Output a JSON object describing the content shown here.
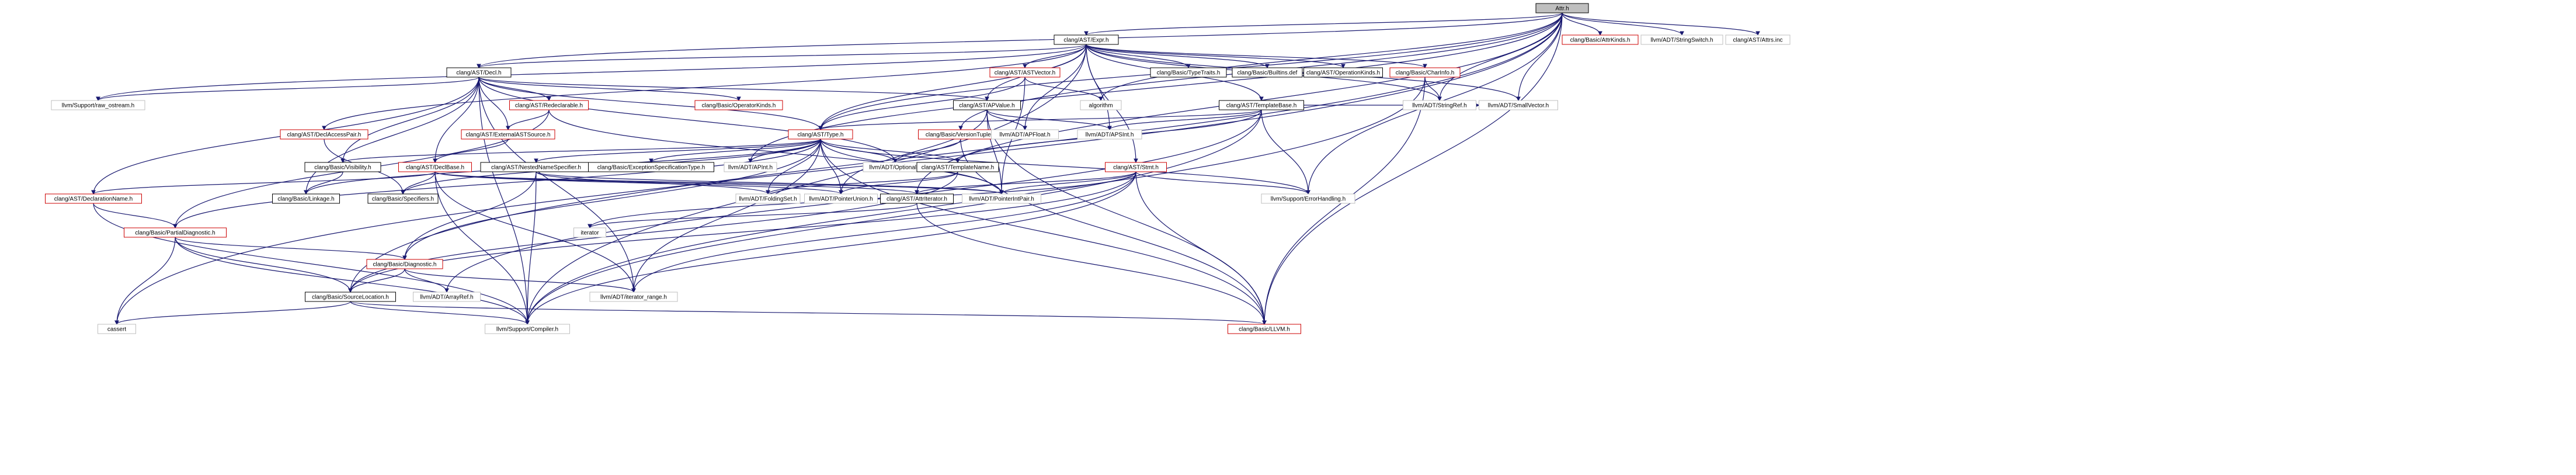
{
  "graph": {
    "title": "Attr.h",
    "colors": {
      "edge_blue": "#191970",
      "edge_gray": "#a9a9a9",
      "node_red_border": "#cc0000",
      "node_black_border": "#000000",
      "node_gray_border": "#bfbfbf",
      "root_fill": "#bfbfbf",
      "node_fill": "#ffffff"
    },
    "nodes": [
      {
        "id": "attr_h",
        "label": "Attr.h",
        "style": "root"
      },
      {
        "id": "expr_h",
        "label": "clang/AST/Expr.h",
        "style": "black"
      },
      {
        "id": "attrkinds_h",
        "label": "clang/Basic/AttrKinds.h",
        "style": "red"
      },
      {
        "id": "stringswitch_h",
        "label": "llvm/ADT/StringSwitch.h",
        "style": "gray"
      },
      {
        "id": "attrs_inc",
        "label": "clang/AST/Attrs.inc",
        "style": "gray"
      },
      {
        "id": "decl_h",
        "label": "clang/AST/Decl.h",
        "style": "black"
      },
      {
        "id": "astvector_h",
        "label": "clang/AST/ASTVector.h",
        "style": "red"
      },
      {
        "id": "typetraits_h",
        "label": "clang/Basic/TypeTraits.h",
        "style": "black"
      },
      {
        "id": "builtins_def",
        "label": "clang/Basic/Builtins.def",
        "style": "black"
      },
      {
        "id": "operationkinds_h",
        "label": "clang/AST/OperationKinds.h",
        "style": "black"
      },
      {
        "id": "charinfo_h",
        "label": "clang/Basic/CharInfo.h",
        "style": "red"
      },
      {
        "id": "raw_ostream_h",
        "label": "llvm/Support/raw_ostream.h",
        "style": "gray"
      },
      {
        "id": "redeclarable_h",
        "label": "clang/AST/Redeclarable.h",
        "style": "red"
      },
      {
        "id": "operatorkinds_h",
        "label": "clang/Basic/OperatorKinds.h",
        "style": "red"
      },
      {
        "id": "apvalue_h",
        "label": "clang/AST/APValue.h",
        "style": "black"
      },
      {
        "id": "algorithm",
        "label": "algorithm",
        "style": "gray"
      },
      {
        "id": "templatebase_h",
        "label": "clang/AST/TemplateBase.h",
        "style": "black"
      },
      {
        "id": "stringref_h",
        "label": "llvm/ADT/StringRef.h",
        "style": "gray"
      },
      {
        "id": "smallvector_h",
        "label": "llvm/ADT/SmallVector.h",
        "style": "gray"
      },
      {
        "id": "declaccesspair_h",
        "label": "clang/AST/DeclAccessPair.h",
        "style": "red"
      },
      {
        "id": "externalastsource_h",
        "label": "clang/AST/ExternalASTSource.h",
        "style": "red"
      },
      {
        "id": "type_h",
        "label": "clang/AST/Type.h",
        "style": "red"
      },
      {
        "id": "versiontuple_h",
        "label": "clang/Basic/VersionTuple.h",
        "style": "red"
      },
      {
        "id": "apfloat_h",
        "label": "llvm/ADT/APFloat.h",
        "style": "gray"
      },
      {
        "id": "apsint_h",
        "label": "llvm/ADT/APSInt.h",
        "style": "gray"
      },
      {
        "id": "visibility_h",
        "label": "clang/Basic/Visibility.h",
        "style": "black"
      },
      {
        "id": "declbase_h",
        "label": "clang/AST/DeclBase.h",
        "style": "red"
      },
      {
        "id": "nestednamespecifier_h",
        "label": "clang/AST/NestedNameSpecifier.h",
        "style": "black"
      },
      {
        "id": "exceptionspec_h",
        "label": "clang/Basic/ExceptionSpecificationType.h",
        "style": "black"
      },
      {
        "id": "apint_h",
        "label": "llvm/ADT/APInt.h",
        "style": "gray"
      },
      {
        "id": "optional_h",
        "label": "llvm/ADT/Optional.h",
        "style": "gray"
      },
      {
        "id": "templatename_h",
        "label": "clang/AST/TemplateName.h",
        "style": "black"
      },
      {
        "id": "stmt_h",
        "label": "clang/AST/Stmt.h",
        "style": "red"
      },
      {
        "id": "errorhandling_h",
        "label": "llvm/Support/ErrorHandling.h",
        "style": "gray"
      },
      {
        "id": "declarationname_h",
        "label": "clang/AST/DeclarationName.h",
        "style": "red"
      },
      {
        "id": "linkage_h",
        "label": "clang/Basic/Linkage.h",
        "style": "black"
      },
      {
        "id": "specifiers_h",
        "label": "clang/Basic/Specifiers.h",
        "style": "black"
      },
      {
        "id": "foldingset_h",
        "label": "llvm/ADT/FoldingSet.h",
        "style": "gray"
      },
      {
        "id": "pointerunion_h",
        "label": "llvm/ADT/PointerUnion.h",
        "style": "gray"
      },
      {
        "id": "attriterator_h",
        "label": "clang/AST/AttrIterator.h",
        "style": "black"
      },
      {
        "id": "pointerintpair_h",
        "label": "llvm/ADT/PointerIntPair.h",
        "style": "gray"
      },
      {
        "id": "iterator",
        "label": "iterator",
        "style": "gray"
      },
      {
        "id": "partialdiagnostic_h",
        "label": "clang/Basic/PartialDiagnostic.h",
        "style": "red"
      },
      {
        "id": "diagnostic_h",
        "label": "clang/Basic/Diagnostic.h",
        "style": "red"
      },
      {
        "id": "sourcelocation_h",
        "label": "clang/Basic/SourceLocation.h",
        "style": "black"
      },
      {
        "id": "arrayref_h",
        "label": "llvm/ADT/ArrayRef.h",
        "style": "gray"
      },
      {
        "id": "iterator_range_h",
        "label": "llvm/ADT/iterator_range.h",
        "style": "gray"
      },
      {
        "id": "cassert",
        "label": "cassert",
        "style": "gray"
      },
      {
        "id": "compiler_h",
        "label": "llvm/Support/Compiler.h",
        "style": "gray"
      },
      {
        "id": "llvm_h",
        "label": "clang/Basic/LLVM.h",
        "style": "red"
      }
    ],
    "edges": [
      [
        "attr_h",
        "expr_h"
      ],
      [
        "attr_h",
        "attrkinds_h"
      ],
      [
        "attr_h",
        "stringswitch_h"
      ],
      [
        "attr_h",
        "attrs_inc"
      ],
      [
        "attr_h",
        "decl_h"
      ],
      [
        "attr_h",
        "type_h"
      ],
      [
        "attr_h",
        "attriterator_h"
      ],
      [
        "attr_h",
        "sourcelocation_h"
      ],
      [
        "attr_h",
        "cassert"
      ],
      [
        "attr_h",
        "errorhandling_h"
      ],
      [
        "attr_h",
        "llvm_h"
      ],
      [
        "attr_h",
        "stringref_h"
      ],
      [
        "attr_h",
        "smallvector_h"
      ],
      [
        "attr_h",
        "algorithm"
      ],
      [
        "attr_h",
        "apint_h"
      ],
      [
        "attr_h",
        "versiontuple_h"
      ],
      [
        "expr_h",
        "decl_h"
      ],
      [
        "expr_h",
        "astvector_h"
      ],
      [
        "expr_h",
        "typetraits_h"
      ],
      [
        "expr_h",
        "builtins_def"
      ],
      [
        "expr_h",
        "operationkinds_h"
      ],
      [
        "expr_h",
        "charinfo_h"
      ],
      [
        "expr_h",
        "apvalue_h"
      ],
      [
        "expr_h",
        "templatebase_h"
      ],
      [
        "expr_h",
        "declaccesspair_h"
      ],
      [
        "expr_h",
        "type_h"
      ],
      [
        "expr_h",
        "stmt_h"
      ],
      [
        "expr_h",
        "apfloat_h"
      ],
      [
        "expr_h",
        "apsint_h"
      ],
      [
        "expr_h",
        "stringref_h"
      ],
      [
        "expr_h",
        "smallvector_h"
      ],
      [
        "expr_h",
        "compiler_h"
      ],
      [
        "expr_h",
        "raw_ostream_h"
      ],
      [
        "decl_h",
        "raw_ostream_h"
      ],
      [
        "decl_h",
        "redeclarable_h"
      ],
      [
        "decl_h",
        "operatorkinds_h"
      ],
      [
        "decl_h",
        "apvalue_h"
      ],
      [
        "decl_h",
        "externalastsource_h"
      ],
      [
        "decl_h",
        "type_h"
      ],
      [
        "decl_h",
        "declbase_h"
      ],
      [
        "decl_h",
        "declarationname_h"
      ],
      [
        "decl_h",
        "linkage_h"
      ],
      [
        "decl_h",
        "optional_h"
      ],
      [
        "decl_h",
        "compiler_h"
      ],
      [
        "decl_h",
        "iterator_range_h"
      ],
      [
        "decl_h",
        "visibility_h"
      ],
      [
        "astvector_h",
        "algorithm"
      ],
      [
        "astvector_h",
        "pointerintpair_h"
      ],
      [
        "astvector_h",
        "type_h"
      ],
      [
        "charinfo_h",
        "stringref_h"
      ],
      [
        "charinfo_h",
        "compiler_h"
      ],
      [
        "charinfo_h",
        "llvm_h"
      ],
      [
        "redeclarable_h",
        "externalastsource_h"
      ],
      [
        "redeclarable_h",
        "pointerintpair_h"
      ],
      [
        "redeclarable_h",
        "partialdiagnostic_h"
      ],
      [
        "apvalue_h",
        "apfloat_h"
      ],
      [
        "apvalue_h",
        "apsint_h"
      ],
      [
        "apvalue_h",
        "pointerintpair_h"
      ],
      [
        "apvalue_h",
        "pointerunion_h"
      ],
      [
        "apvalue_h",
        "llvm_h"
      ],
      [
        "templatebase_h",
        "type_h"
      ],
      [
        "templatebase_h",
        "apsint_h"
      ],
      [
        "templatebase_h",
        "smallvector_h"
      ],
      [
        "templatebase_h",
        "errorhandling_h"
      ],
      [
        "templatebase_h",
        "templatename_h"
      ],
      [
        "templatebase_h",
        "arrayref_h"
      ],
      [
        "templatebase_h",
        "compiler_h"
      ],
      [
        "declaccesspair_h",
        "specifiers_h"
      ],
      [
        "externalastsource_h",
        "declbase_h"
      ],
      [
        "type_h",
        "visibility_h"
      ],
      [
        "type_h",
        "linkage_h"
      ],
      [
        "type_h",
        "specifiers_h"
      ],
      [
        "type_h",
        "nestednamespecifier_h"
      ],
      [
        "type_h",
        "exceptionspec_h"
      ],
      [
        "type_h",
        "apint_h"
      ],
      [
        "type_h",
        "optional_h"
      ],
      [
        "type_h",
        "templatename_h"
      ],
      [
        "type_h",
        "foldingset_h"
      ],
      [
        "type_h",
        "pointerunion_h"
      ],
      [
        "type_h",
        "pointerintpair_h"
      ],
      [
        "type_h",
        "partialdiagnostic_h"
      ],
      [
        "type_h",
        "diagnostic_h"
      ],
      [
        "type_h",
        "llvm_h"
      ],
      [
        "type_h",
        "iterator_range_h"
      ],
      [
        "type_h",
        "errorhandling_h"
      ],
      [
        "versiontuple_h",
        "optional_h"
      ],
      [
        "versiontuple_h",
        "llvm_h"
      ],
      [
        "visibility_h",
        "linkage_h"
      ],
      [
        "declbase_h",
        "attriterator_h"
      ],
      [
        "declbase_h",
        "declarationname_h"
      ],
      [
        "declbase_h",
        "specifiers_h"
      ],
      [
        "declbase_h",
        "pointerunion_h"
      ],
      [
        "declbase_h",
        "pointerintpair_h"
      ],
      [
        "declbase_h",
        "iterator_range_h"
      ],
      [
        "declbase_h",
        "compiler_h"
      ],
      [
        "nestednamespecifier_h",
        "diagnostic_h"
      ],
      [
        "nestednamespecifier_h",
        "foldingset_h"
      ],
      [
        "nestednamespecifier_h",
        "pointerintpair_h"
      ],
      [
        "nestednamespecifier_h",
        "compiler_h"
      ],
      [
        "templatename_h",
        "foldingset_h"
      ],
      [
        "templatename_h",
        "pointerunion_h"
      ],
      [
        "templatename_h",
        "sourcelocation_h"
      ],
      [
        "stmt_h",
        "attriterator_h"
      ],
      [
        "stmt_h",
        "pointerintpair_h"
      ],
      [
        "stmt_h",
        "iterator"
      ],
      [
        "stmt_h",
        "iterator_range_h"
      ],
      [
        "stmt_h",
        "errorhandling_h"
      ],
      [
        "stmt_h",
        "compiler_h"
      ],
      [
        "stmt_h",
        "llvm_h"
      ],
      [
        "stmt_h",
        "sourcelocation_h"
      ],
      [
        "declarationname_h",
        "partialdiagnostic_h"
      ],
      [
        "declarationname_h",
        "compiler_h"
      ],
      [
        "attriterator_h",
        "iterator"
      ],
      [
        "attriterator_h",
        "llvm_h"
      ],
      [
        "partialdiagnostic_h",
        "diagnostic_h"
      ],
      [
        "partialdiagnostic_h",
        "sourcelocation_h"
      ],
      [
        "partialdiagnostic_h",
        "compiler_h"
      ],
      [
        "partialdiagnostic_h",
        "cassert"
      ],
      [
        "diagnostic_h",
        "sourcelocation_h"
      ],
      [
        "diagnostic_h",
        "arrayref_h"
      ],
      [
        "diagnostic_h",
        "iterator_range_h"
      ],
      [
        "sourcelocation_h",
        "compiler_h"
      ],
      [
        "sourcelocation_h",
        "llvm_h"
      ],
      [
        "sourcelocation_h",
        "cassert"
      ]
    ]
  }
}
